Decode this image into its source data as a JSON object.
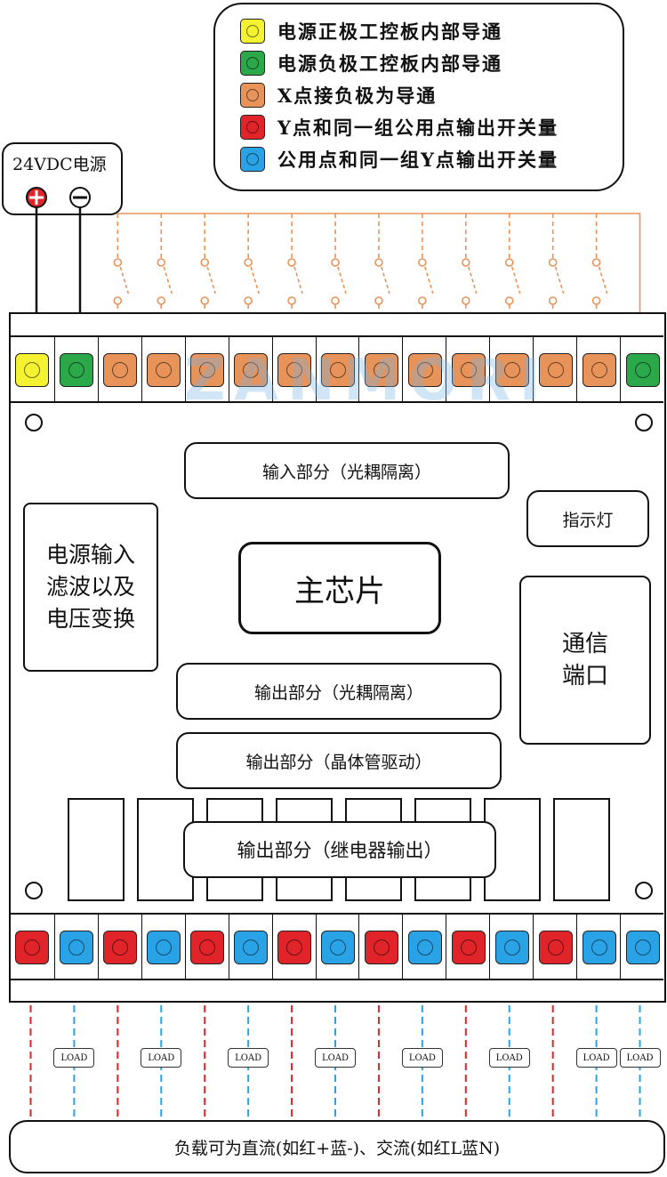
{
  "legend": [
    {
      "text": "电源正极工控板内部导通",
      "color": "#f5f231"
    },
    {
      "text": "电源负极工控板内部导通",
      "color": "#2aa84a"
    },
    {
      "text": "X点接负极为导通",
      "color": "#e8935a"
    },
    {
      "text": "Y点和同一组公用点输出开关量",
      "color": "#e0242a"
    },
    {
      "text": "公用点和同一组Y点输出开关量",
      "color": "#2aa3e6"
    }
  ],
  "power_supply": {
    "label": "24VDC电源"
  },
  "watermark": "ZANMORI",
  "top_terminals": [
    "yellow",
    "green",
    "orange",
    "orange",
    "orange",
    "orange",
    "orange",
    "orange",
    "orange",
    "orange",
    "orange",
    "orange",
    "orange",
    "orange",
    "green"
  ],
  "bottom_terminals": [
    "red",
    "blue",
    "red",
    "blue",
    "red",
    "blue",
    "red",
    "blue",
    "red",
    "blue",
    "red",
    "blue",
    "red",
    "blue",
    "blue"
  ],
  "terminal_colors": {
    "yellow": "#f5f231",
    "green": "#2aa84a",
    "orange": "#e8935a",
    "red": "#e0242a",
    "blue": "#2aa3e6"
  },
  "blocks": {
    "input": "输入部分（光耦隔离）",
    "indicator": "指示灯",
    "power_filter": "电源输入\n滤波以及\n电压变换",
    "chip": "主芯片",
    "comm": "通信\n端口",
    "output_opto": "输出部分（光耦隔离）",
    "output_transistor": "输出部分（晶体管驱动）",
    "output_relay": "输出部分（继电器输出）"
  },
  "load_label": "LOAD",
  "footer": "负载可为直流(如红+蓝-)、交流(如红L蓝N)"
}
